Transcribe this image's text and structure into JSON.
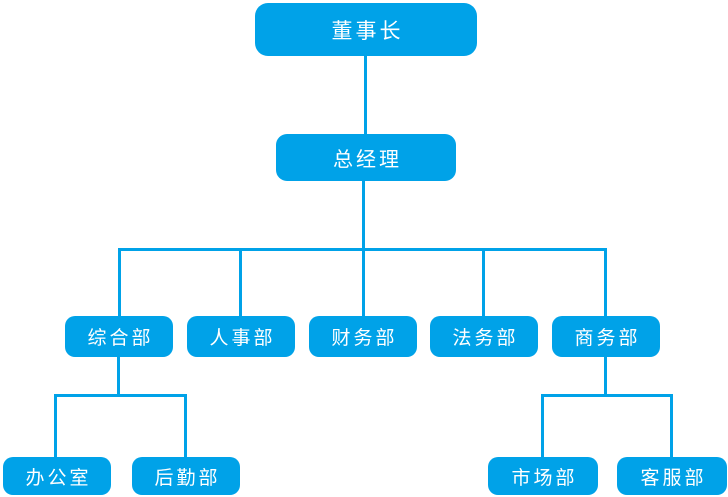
{
  "org_chart": {
    "accent_color": "#00a2e8",
    "node_text_color": "#ffffff",
    "background_color": "#ffffff",
    "nodes": {
      "chairman": {
        "label": "董事长",
        "level": 1
      },
      "general_manager": {
        "label": "总经理",
        "level": 2
      },
      "general_affairs": {
        "label": "综合部",
        "level": 3
      },
      "hr": {
        "label": "人事部",
        "level": 3
      },
      "finance": {
        "label": "财务部",
        "level": 3
      },
      "legal": {
        "label": "法务部",
        "level": 3
      },
      "business": {
        "label": "商务部",
        "level": 3
      },
      "office": {
        "label": "办公室",
        "level": 4
      },
      "logistics": {
        "label": "后勤部",
        "level": 4
      },
      "marketing": {
        "label": "市场部",
        "level": 4
      },
      "customer_service": {
        "label": "客服部",
        "level": 4
      }
    },
    "hierarchy": [
      {
        "parent": "chairman",
        "children": [
          "general_manager"
        ]
      },
      {
        "parent": "general_manager",
        "children": [
          "general_affairs",
          "hr",
          "finance",
          "legal",
          "business"
        ]
      },
      {
        "parent": "general_affairs",
        "children": [
          "office",
          "logistics"
        ]
      },
      {
        "parent": "business",
        "children": [
          "marketing",
          "customer_service"
        ]
      }
    ]
  }
}
